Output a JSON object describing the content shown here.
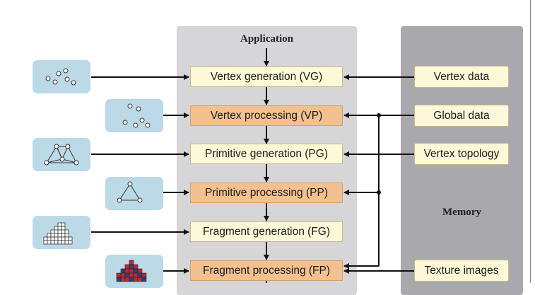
{
  "application": {
    "title": "Application",
    "stages": [
      {
        "label": "Vertex generation (VG)",
        "kind": "generation"
      },
      {
        "label": "Vertex processing (VP)",
        "kind": "processing"
      },
      {
        "label": "Primitive generation (PG)",
        "kind": "generation"
      },
      {
        "label": "Primitive processing (PP)",
        "kind": "processing"
      },
      {
        "label": "Fragment generation (FG)",
        "kind": "generation"
      },
      {
        "label": "Fragment processing (FP)",
        "kind": "processing"
      }
    ]
  },
  "memory": {
    "title": "Memory",
    "items": [
      {
        "label": "Vertex data"
      },
      {
        "label": "Global data"
      },
      {
        "label": "Vertex topology"
      },
      {
        "label": "Texture images"
      }
    ]
  },
  "thumbnails": [
    {
      "icon": "vertex-points-icon"
    },
    {
      "icon": "processed-points-icon"
    },
    {
      "icon": "triangle-mesh-icon"
    },
    {
      "icon": "triangle-icon"
    },
    {
      "icon": "fragment-grid-icon"
    },
    {
      "icon": "shaded-fragments-icon"
    }
  ],
  "colors": {
    "app_panel": "#d6d6d8",
    "memory_panel": "#a8a8ad",
    "generation_box": "#fdf9d8",
    "processing_box": "#f3c18f",
    "thumbnail_bg": "#bcd9e8",
    "fragment_red": "#c0282b",
    "fragment_blue": "#2f3c8c"
  }
}
